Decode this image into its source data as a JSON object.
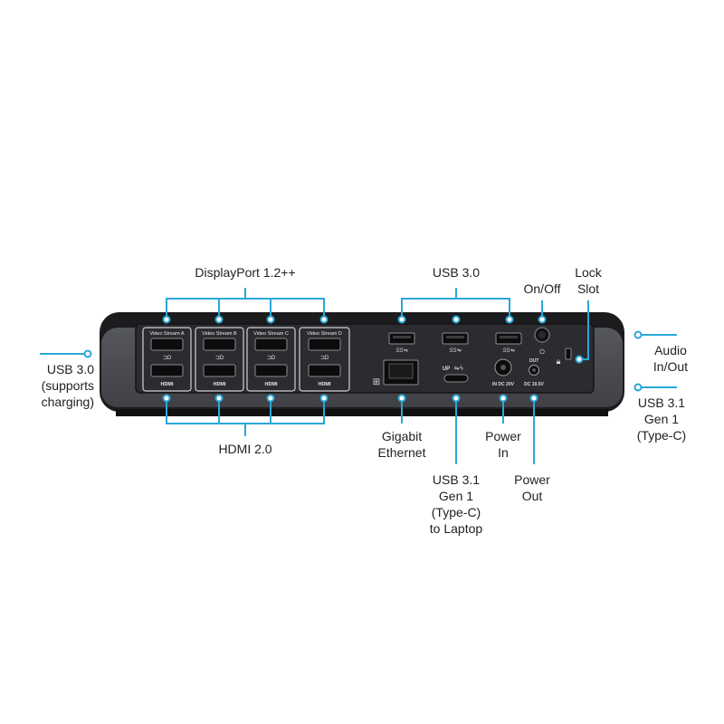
{
  "colors": {
    "accent": "#29a8d8",
    "device_dark": "#1e1e20",
    "device_body": "#4a4c52",
    "panel": "#2b2c30"
  },
  "labels": {
    "displayport": "DisplayPort 1.2++",
    "usb30_top": "USB 3.0",
    "onoff": "On/Off",
    "lock": "Lock\nSlot",
    "usb30_left": "USB 3.0\n(supports\ncharging)",
    "audio": "Audio\nIn/Out",
    "usb31_right": "USB 3.1\nGen 1\n(Type-C)",
    "hdmi": "HDMI 2.0",
    "gigabit": "Gigabit\nEthernet",
    "power_in": "Power\nIn",
    "power_out": "Power\nOut",
    "usb31_laptop": "USB 3.1\nGen 1\n(Type-C)\nto Laptop"
  },
  "device": {
    "video_streams": [
      "Video Stream A",
      "Video Stream B",
      "Video Stream C",
      "Video Stream D"
    ],
    "hdmi_text": "HDMI",
    "up_text": "UP",
    "in_dc_text": "IN DC 20V",
    "out_text": "OUT",
    "dc_out_text": "DC 19.5V"
  },
  "icons": [
    "displayport-icon",
    "hdmi-port-icon",
    "ethernet-icon",
    "usb-ss-icon",
    "power-icon",
    "lock-icon"
  ]
}
